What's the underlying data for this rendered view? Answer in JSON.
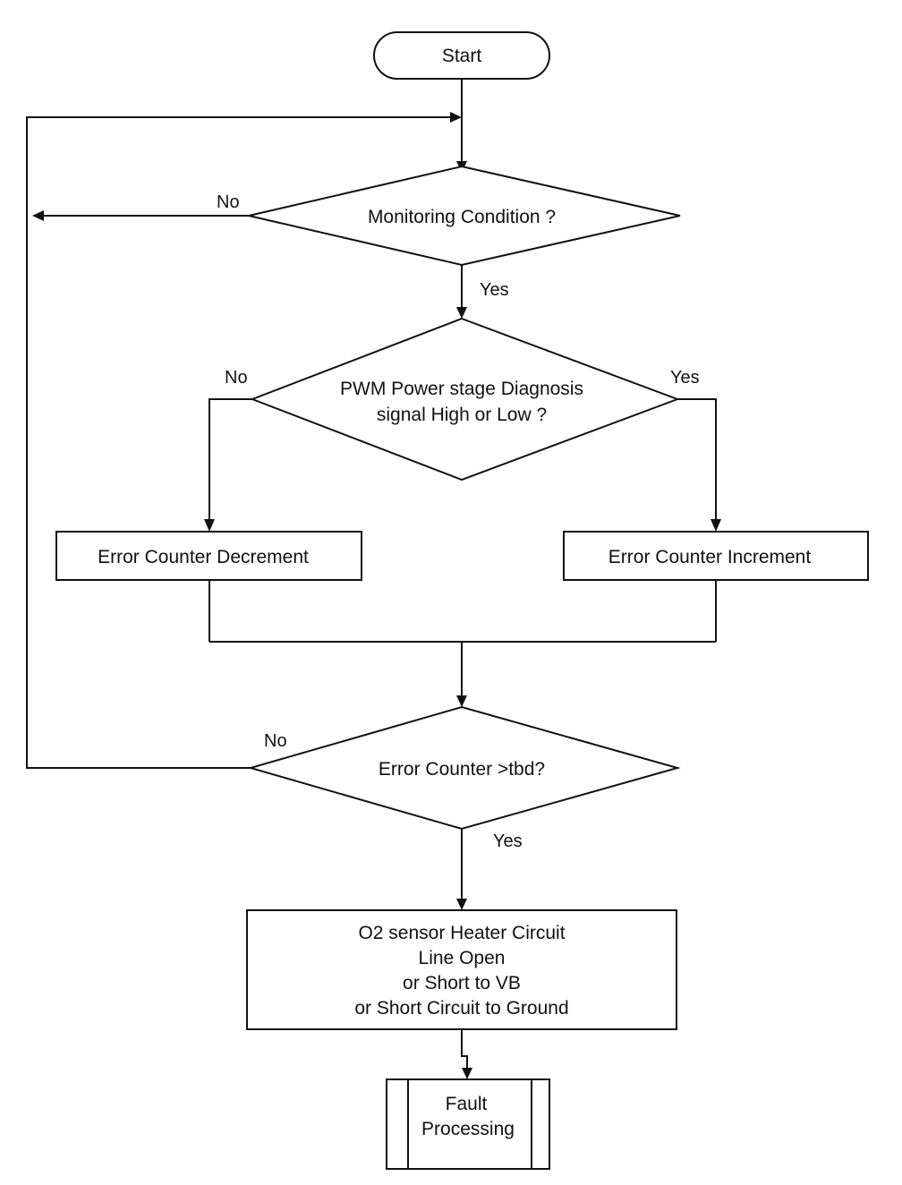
{
  "nodes": {
    "start": {
      "label": "Start"
    },
    "monitoring": {
      "label": "Monitoring Condition ?"
    },
    "pwm": {
      "lines": [
        "PWM Power stage Diagnosis",
        "signal High or Low ?"
      ]
    },
    "decrement": {
      "label": "Error Counter Decrement"
    },
    "increment": {
      "label": "Error Counter Increment"
    },
    "counter_check": {
      "label": "Error Counter >tbd?"
    },
    "heater": {
      "lines": [
        "O2 sensor Heater Circuit",
        "Line Open",
        "or Short to VB",
        "or Short Circuit to Ground"
      ]
    },
    "fault": {
      "lines": [
        "Fault",
        "Processing"
      ]
    }
  },
  "edge_labels": {
    "monitoring_no": "No",
    "monitoring_yes": "Yes",
    "pwm_no": "No",
    "pwm_yes": "Yes",
    "counter_no": "No",
    "counter_yes": "Yes"
  }
}
